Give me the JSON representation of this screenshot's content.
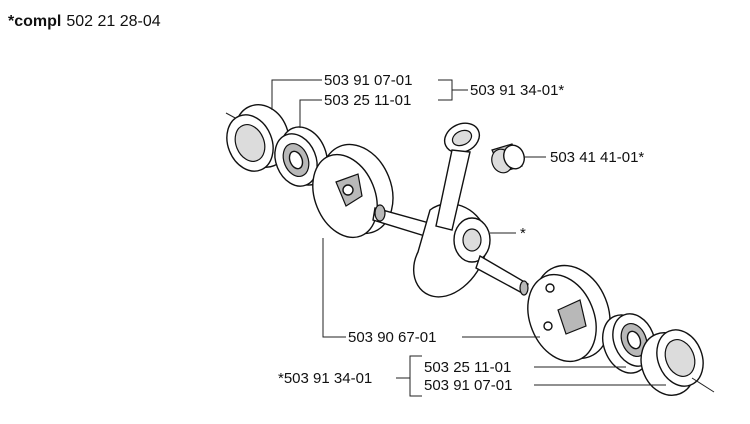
{
  "header": {
    "prefix": "*compl",
    "number": "502 21 28-04"
  },
  "labels": {
    "upper_bearing_seal": "503 91 07-01",
    "upper_ball_bearing": "503 25 11-01",
    "upper_kit": "503 91 34-01*",
    "needle_bearing": "503 41 41-01*",
    "crankshaft": "*",
    "flywheel_half": "503 90 67-01",
    "lower_ball_bearing": "503 25 11-01",
    "lower_bearing_seal": "503 91 07-01",
    "lower_kit": "*503 91 34-01"
  }
}
